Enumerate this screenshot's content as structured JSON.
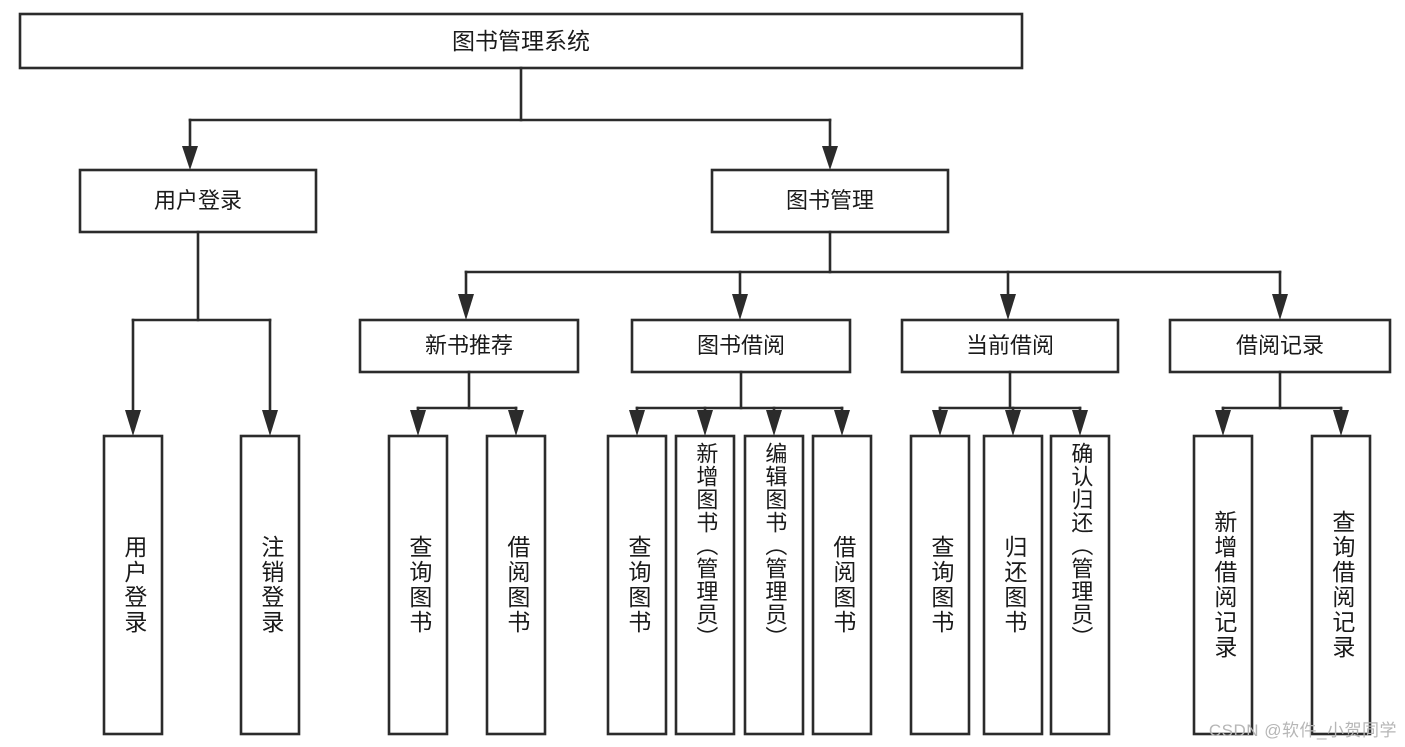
{
  "diagram": {
    "type": "org-tree",
    "title": "图书管理系统",
    "orientation": "top-down",
    "colors": {
      "box_fill": "#ffffff",
      "box_stroke": "#2b2b2b",
      "text": "#1a1a1a",
      "background": "#ffffff",
      "watermark": "#b6b6b6"
    },
    "root": {
      "label": "图书管理系统"
    },
    "level2": [
      {
        "label": "用户登录"
      },
      {
        "label": "图书管理"
      }
    ],
    "level3": [
      {
        "label": "新书推荐"
      },
      {
        "label": "图书借阅"
      },
      {
        "label": "当前借阅"
      },
      {
        "label": "借阅记录"
      }
    ],
    "leaves": {
      "user_login": [
        {
          "label": "用户登录"
        },
        {
          "label": "注销登录"
        }
      ],
      "new_book_recommend": [
        {
          "label": "查询图书"
        },
        {
          "label": "借阅图书"
        }
      ],
      "book_borrow": [
        {
          "label": "查询图书"
        },
        {
          "label": "新增图书（管理员）"
        },
        {
          "label": "编辑图书（管理员）"
        },
        {
          "label": "借阅图书"
        }
      ],
      "current_borrow": [
        {
          "label": "查询图书"
        },
        {
          "label": "归还图书"
        },
        {
          "label": "确认归还（管理员）"
        }
      ],
      "borrow_record": [
        {
          "label": "新增借阅记录"
        },
        {
          "label": "查询借阅记录"
        }
      ]
    }
  },
  "watermark": {
    "text": "CSDN @软件_小贺同学"
  }
}
